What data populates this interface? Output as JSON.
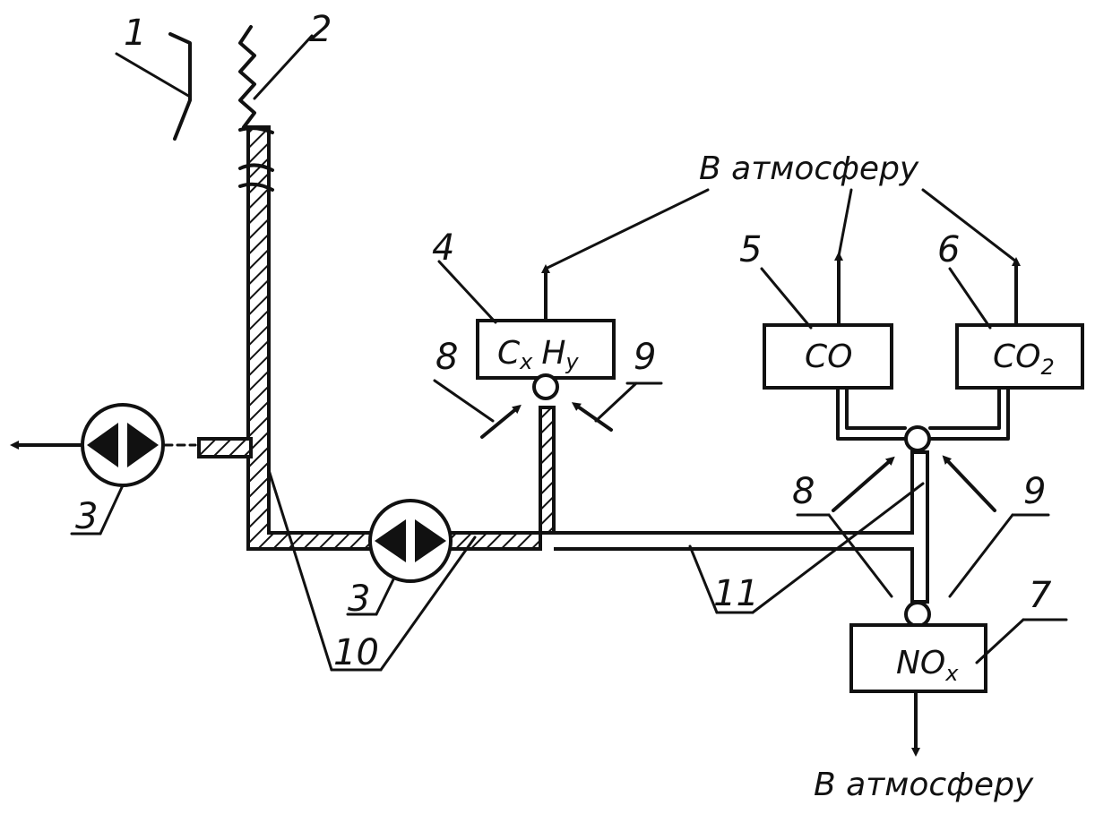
{
  "labels": {
    "n1": "1",
    "n2": "2",
    "n3a": "3",
    "n3b": "3",
    "n4": "4",
    "n5": "5",
    "n6": "6",
    "n7": "7",
    "n8a": "8",
    "n8b": "8",
    "n9a": "9",
    "n9b": "9",
    "n10": "10",
    "n11": "11"
  },
  "analyzers": {
    "hc": {
      "main1": "C",
      "sub1": "x",
      "main2": "H",
      "sub2": "y"
    },
    "co": {
      "text": "CO"
    },
    "co2": {
      "main": "CO",
      "sub": "2"
    },
    "nox": {
      "main": "NO",
      "sub": "x"
    }
  },
  "outlets": {
    "top": "В атмосферу",
    "bottom": "В атмосферу"
  }
}
